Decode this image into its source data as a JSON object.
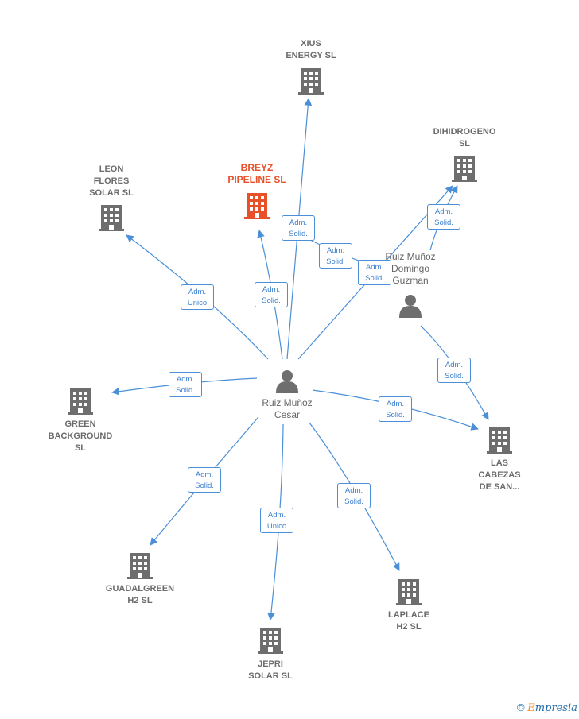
{
  "nodes": {
    "xius": {
      "label": "XIUS\nENERGY  SL",
      "type": "company"
    },
    "dihidrogeno": {
      "label": "DIHIDROGENO\nSL",
      "type": "company"
    },
    "leon": {
      "label": "LEON\nFLORES\nSOLAR SL",
      "type": "company"
    },
    "breyz": {
      "label": "BREYZ\nPIPELINE  SL",
      "type": "company-main",
      "color": "#e8502a"
    },
    "domingo": {
      "label": "Ruiz Muñoz\nDomingo\nGuzman",
      "type": "person"
    },
    "cesar": {
      "label": "Ruiz Muñoz\nCesar",
      "type": "person"
    },
    "green": {
      "label": "GREEN\nBACKGROUND\nSL",
      "type": "company"
    },
    "cabezas": {
      "label": "LAS\nCABEZAS\nDE SAN...",
      "type": "company"
    },
    "guadalgreen": {
      "label": "GUADALGREEN\nH2  SL",
      "type": "company"
    },
    "laplace": {
      "label": "LAPLACE\nH2  SL",
      "type": "company"
    },
    "jepri": {
      "label": "JEPRI\nSOLAR  SL",
      "type": "company"
    }
  },
  "edges": [
    {
      "from": "cesar",
      "to": "leon",
      "role": [
        "Adm.",
        "Unico"
      ]
    },
    {
      "from": "cesar",
      "to": "breyz",
      "role": [
        "Adm.",
        "Solid."
      ]
    },
    {
      "from": "cesar",
      "to": "xius",
      "role": [
        "Adm.",
        "Solid."
      ]
    },
    {
      "from": "cesar",
      "to": "dihidrogeno",
      "role": [
        "Adm.",
        "Solid."
      ]
    },
    {
      "from": "cesar",
      "to": "green",
      "role": [
        "Adm.",
        "Solid."
      ]
    },
    {
      "from": "cesar",
      "to": "cabezas",
      "role": [
        "Adm.",
        "Solid."
      ]
    },
    {
      "from": "cesar",
      "to": "guadalgreen",
      "role": [
        "Adm.",
        "Solid."
      ]
    },
    {
      "from": "cesar",
      "to": "jepri",
      "role": [
        "Adm.",
        "Unico"
      ]
    },
    {
      "from": "cesar",
      "to": "laplace",
      "role": [
        "Adm.",
        "Solid."
      ]
    },
    {
      "from": "domingo",
      "to": "xius",
      "role": [
        "Adm.",
        "Solid."
      ]
    },
    {
      "from": "domingo",
      "to": "dihidrogeno",
      "role": [
        "Adm.",
        "Solid."
      ]
    },
    {
      "from": "domingo",
      "to": "cabezas",
      "role": [
        "Adm.",
        "Solid."
      ]
    }
  ],
  "colors": {
    "edge": "#4a8fd8",
    "company_icon": "#6e6e6e",
    "main_icon": "#e8502a",
    "person_icon": "#6e6e6e"
  },
  "footer": {
    "copyright_symbol": "©",
    "brand_first": "E",
    "brand_rest": "mpresia"
  }
}
